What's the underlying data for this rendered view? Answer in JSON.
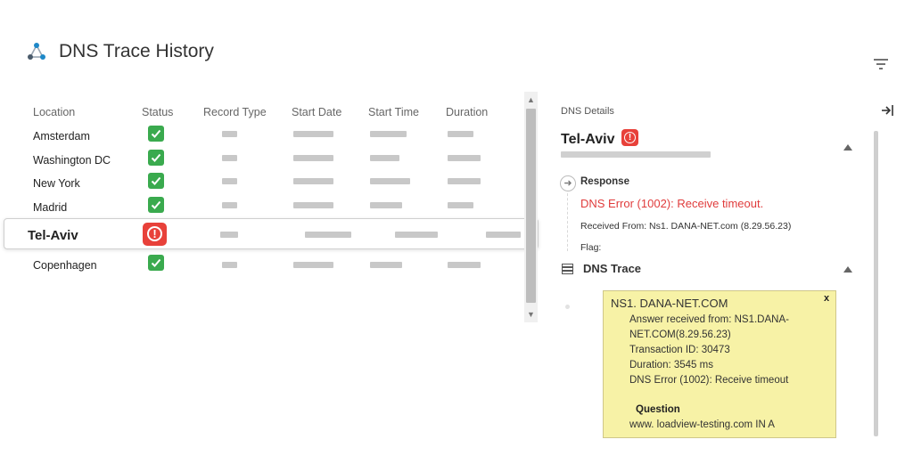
{
  "header": {
    "title": "DNS Trace History",
    "logo_icon": "network-nodes-icon",
    "filter_icon": "filter-icon"
  },
  "table": {
    "columns": [
      "Location",
      "Status",
      "Record Type",
      "Start Date",
      "Start Time",
      "Duration"
    ],
    "rows": [
      {
        "location": "Amsterdam",
        "status": "ok"
      },
      {
        "location": "Washington DC",
        "status": "ok"
      },
      {
        "location": "New York",
        "status": "ok"
      },
      {
        "location": "Madrid",
        "status": "ok"
      },
      {
        "location": "Tel-Aviv",
        "status": "error",
        "selected": true
      },
      {
        "location": "Copenhagen",
        "status": "ok"
      }
    ]
  },
  "details": {
    "label": "DNS Details",
    "title": "Tel-Aviv",
    "response_label": "Response",
    "error_text": "DNS Error (1002): Receive timeout.",
    "received_from": "Received From: Ns1. DANA-NET.com (8.29.56.23)",
    "flag": "Flag:",
    "trace_label": "DNS Trace"
  },
  "tooltip": {
    "title": "NS1. DANA-NET.COM",
    "close": "x",
    "answer_line1": "Answer received from: NS1.DANA-",
    "answer_line2": "NET.COM(8.29.56.23)",
    "transaction": "Transaction ID: 30473",
    "duration": "Duration: 3545 ms",
    "error": "DNS Error (1002): Receive timeout",
    "question_label": "Question",
    "question": "www. loadview-testing.com IN A"
  },
  "colors": {
    "ok": "#3aaa4e",
    "error": "#e8413a",
    "error_text": "#e03c3c",
    "tooltip_bg": "#f7f2a6"
  }
}
